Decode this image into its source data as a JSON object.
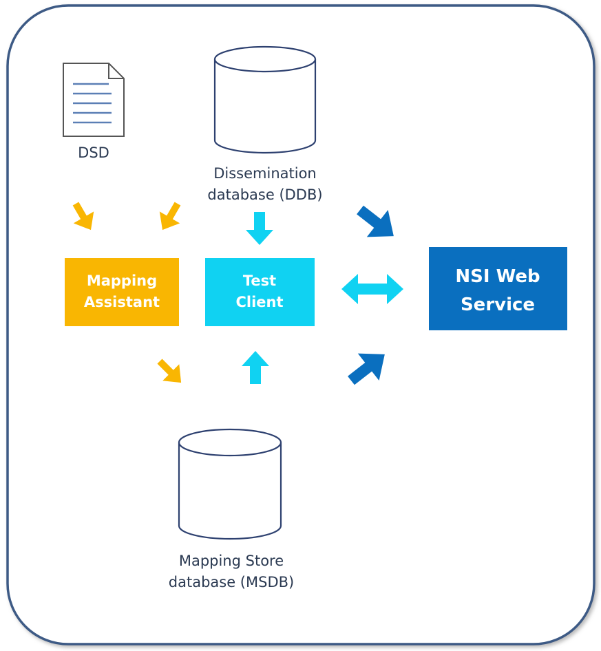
{
  "colors": {
    "frame": "#3c5a85",
    "frame_shadow": "#9a9a9a",
    "cylinder": "#2e4170",
    "document": "#555555",
    "document_lines": "#5b7fb5",
    "mapping_assistant": "#f9b602",
    "test_client": "#10d2f2",
    "nsi_web_service": "#0a6fbf",
    "arrow_orange": "#f9b602",
    "arrow_cyan": "#10d2f2",
    "arrow_blue": "#0a6fbf",
    "text": "#2b3a52"
  },
  "icons": {
    "document": "document-icon",
    "database": "database-cylinder-icon"
  },
  "nodes": {
    "dsd": {
      "label": "DSD"
    },
    "ddb": {
      "label_line1": "Dissemination",
      "label_line2": "database (DDB)"
    },
    "mapping_assistant": {
      "label_line1": "Mapping",
      "label_line2": "Assistant"
    },
    "test_client": {
      "label_line1": "Test",
      "label_line2": "Client"
    },
    "nsi_web_service": {
      "label_line1": "NSI Web",
      "label_line2": "Service"
    },
    "msdb": {
      "label_line1": "Mapping Store",
      "label_line2": "database (MSDB)"
    }
  }
}
